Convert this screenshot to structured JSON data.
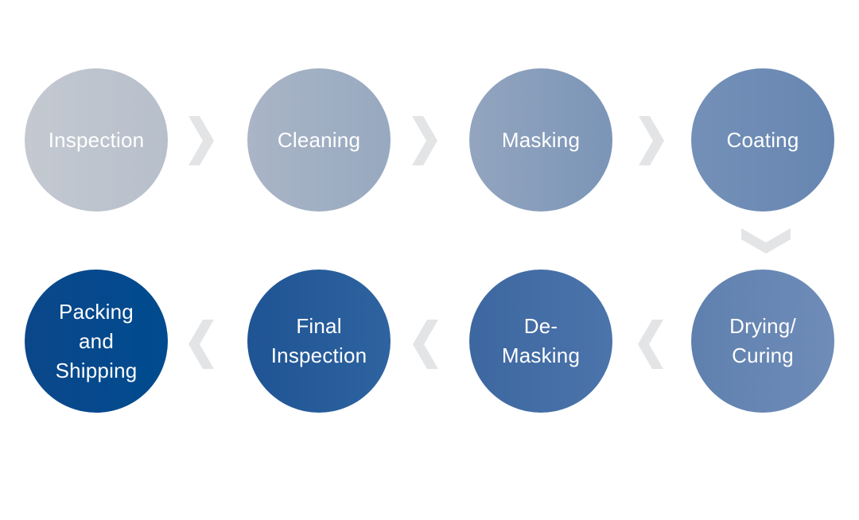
{
  "steps": [
    {
      "label": "Inspection"
    },
    {
      "label": "Cleaning"
    },
    {
      "label": "Masking"
    },
    {
      "label": "Coating"
    },
    {
      "label": "Drying/\nCuring"
    },
    {
      "label": "De-\nMasking"
    },
    {
      "label": "Final\nInspection"
    },
    {
      "label": "Packing\nand\nShipping"
    }
  ],
  "colors": {
    "arrow": "#e3e4e6",
    "text": "#ffffff",
    "first_step": "#c4c9d1",
    "last_step": "#004b8f"
  },
  "icons": {
    "arrow_right": "chevron-right-icon",
    "arrow_down": "chevron-down-icon",
    "arrow_left": "chevron-left-icon"
  }
}
